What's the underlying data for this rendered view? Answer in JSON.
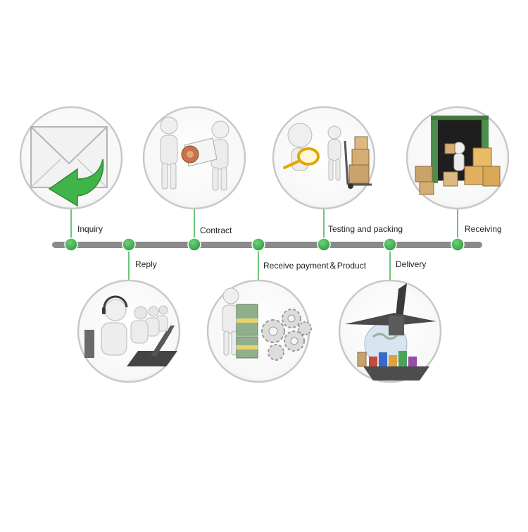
{
  "colors": {
    "timeline_bar": "#8a8a8a",
    "node_green": "#37b34a",
    "connector_green": "#37b34a",
    "circle_border": "#c8c8c8",
    "label_text": "#222222"
  },
  "steps": [
    {
      "id": "inquiry",
      "label": "Inquiry",
      "icon": "envelope-reply-icon",
      "side": "top"
    },
    {
      "id": "reply",
      "label": "Reply",
      "icon": "call-center-operators-icon",
      "side": "bottom"
    },
    {
      "id": "contract",
      "label": "Contract",
      "icon": "contract-handshake-icon",
      "side": "top"
    },
    {
      "id": "receive-payment",
      "label": "Receive payment＆Product",
      "icon": "money-and-gears-icon",
      "side": "bottom"
    },
    {
      "id": "testing-packing",
      "label": "Testing and packing",
      "icon": "inspection-and-boxes-icon",
      "side": "top"
    },
    {
      "id": "delivery",
      "label": "Delivery",
      "icon": "airplane-and-cargo-ship-icon",
      "side": "bottom"
    },
    {
      "id": "receiving",
      "label": "Receiving",
      "icon": "container-unloading-icon",
      "side": "top"
    }
  ]
}
